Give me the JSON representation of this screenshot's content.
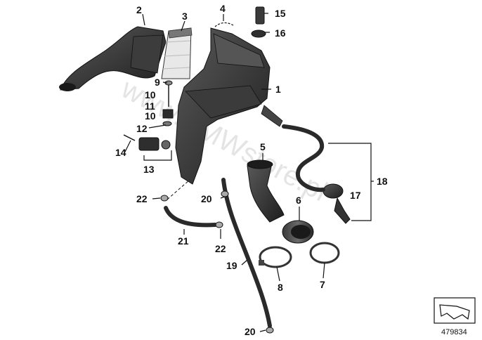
{
  "diagram": {
    "watermark": "www.BMWstore.pl",
    "doc_id": "479834",
    "callouts": {
      "c1": "1",
      "c2": "2",
      "c3": "3",
      "c4": "4",
      "c5": "5",
      "c6": "6",
      "c7": "7",
      "c8": "8",
      "c9": "9",
      "c10a": "10",
      "c10b": "10",
      "c11": "11",
      "c12": "12",
      "c13": "13",
      "c14": "14",
      "c15": "15",
      "c16": "16",
      "c17": "17",
      "c18": "18",
      "c19": "19",
      "c20a": "20",
      "c20b": "20",
      "c21": "21",
      "c22a": "22",
      "c22b": "22"
    }
  },
  "colors": {
    "part_dark": "#2b2b2b",
    "part_mid": "#4a4a4a",
    "filter": "#e6e6e6",
    "line": "#111111"
  }
}
